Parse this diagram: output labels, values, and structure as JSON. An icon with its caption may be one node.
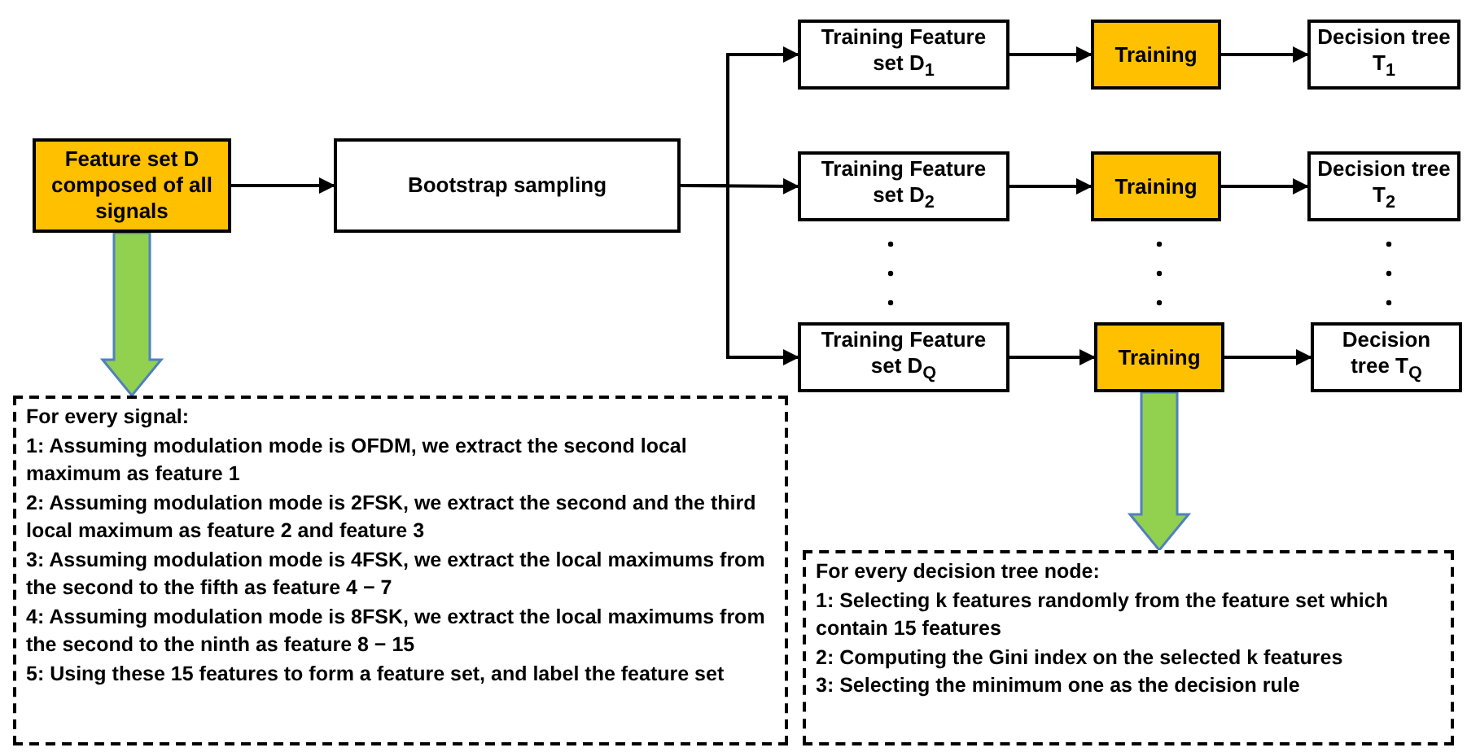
{
  "diagram": {
    "nodes": [
      {
        "text": [
          "Feature set D composed of all signals"
        ]
      },
      {
        "text": [
          "Bootstrap sampling"
        ]
      },
      {
        "text": [
          "Training Feature set D$_{1}$"
        ]
      },
      {
        "text": [
          "Training"
        ]
      },
      {
        "text": [
          "Decision tree T$_{1}$"
        ]
      },
      {
        "text": [
          "Training Feature set D$_{2}$"
        ]
      },
      {
        "text": [
          "Training"
        ]
      },
      {
        "text": [
          "Decision tree T$_{2}$"
        ]
      },
      {
        "text": [
          "Training Feature set D$_{Q}$"
        ]
      },
      {
        "text": [
          "Training"
        ]
      },
      {
        "text": [
          "Decision tree T$_{Q}$"
        ]
      },
      {
        "text": [
          "For every signal:",
          "1: Assuming modulation mode is OFDM, we extract the second local maximum as feature 1",
          "2: Assuming modulation mode is 2FSK, we extract the second and the third  local maximum  as feature 2 and feature 3",
          "3: Assuming modulation mode is 4FSK, we extract the local maximums from the second to the fifth  as feature 4 − 7",
          "4: Assuming modulation mode is 8FSK,  we extract the local maximums from the second  to the ninth as feature 8 − 15",
          "5: Using these 15 features to form a feature set, and label the feature set"
        ]
      },
      {
        "text": [
          "For every decision tree node:",
          "1: Selecting k features randomly from the feature set which contain 15 features",
          "2: Computing the Gini index on the selected k features",
          "3: Selecting the minimum one as the decision rule"
        ]
      }
    ],
    "edges": [
      {
        "from": 0,
        "to": 1,
        "arrow": "to"
      },
      {
        "from": 1,
        "to": 2,
        "arrow": "to"
      },
      {
        "from": 1,
        "to": 5,
        "arrow": "to"
      },
      {
        "from": 1,
        "to": 8,
        "arrow": "to"
      },
      {
        "from": 2,
        "to": 3,
        "arrow": "to"
      },
      {
        "from": 3,
        "to": 4,
        "arrow": "to"
      },
      {
        "from": 5,
        "to": 6,
        "arrow": "to"
      },
      {
        "from": 6,
        "to": 7,
        "arrow": "to"
      },
      {
        "from": 8,
        "to": 9,
        "arrow": "to"
      },
      {
        "from": 9,
        "to": 10,
        "arrow": "to"
      },
      {
        "from": 0,
        "to": 11,
        "arrow": "to",
        "style": "thick",
        "color": "#92d050"
      },
      {
        "from": 9,
        "to": 12,
        "arrow": "to",
        "style": "thick",
        "color": "#92d050"
      }
    ]
  }
}
